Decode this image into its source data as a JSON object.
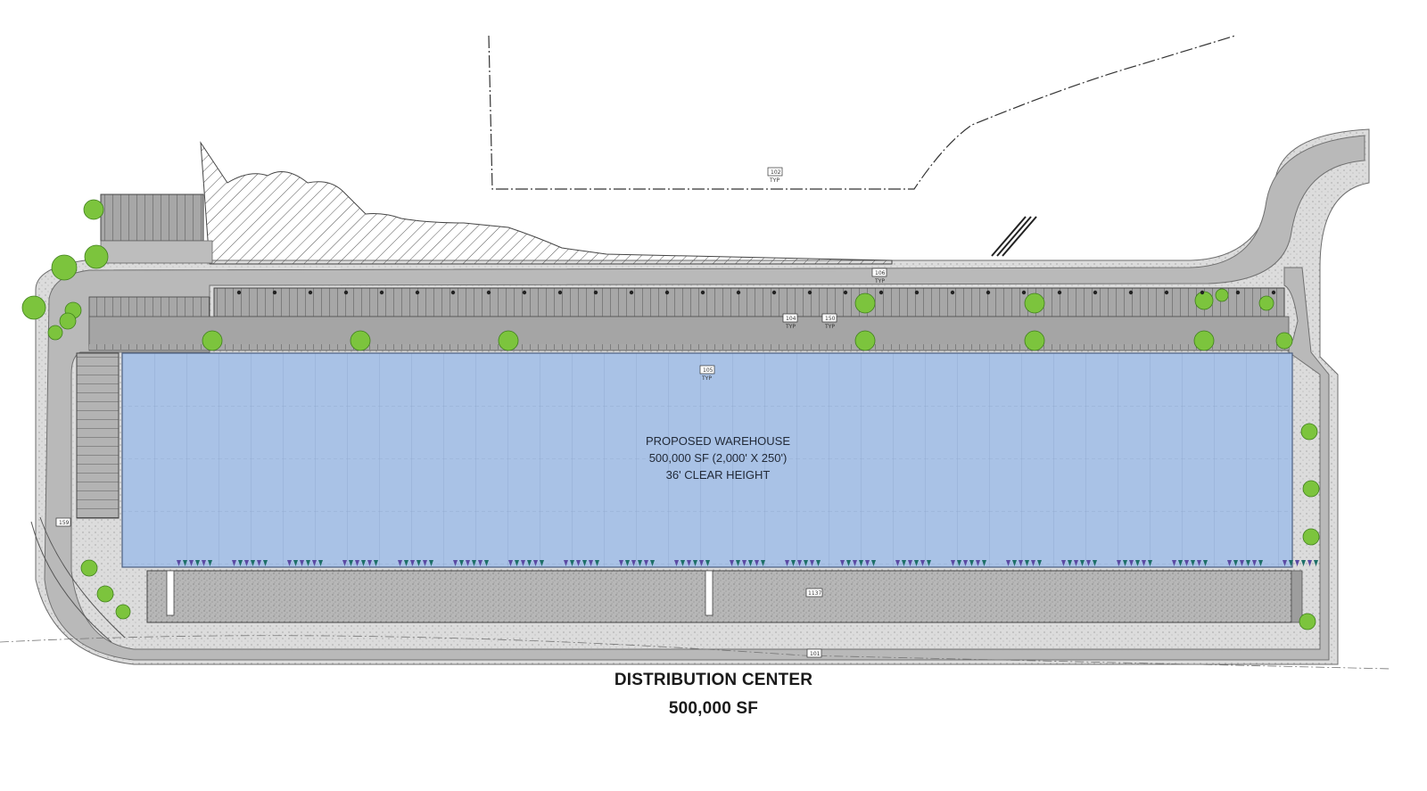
{
  "drawing": {
    "caption_title": "DISTRIBUTION CENTER",
    "caption_area": "500,000 SF",
    "warehouse": {
      "name": "PROPOSED WAREHOUSE",
      "size": "500,000 SF (2,000' X 250')",
      "clear_height": "36' CLEAR HEIGHT"
    },
    "keynote_tags": {
      "property_line": "102",
      "north_curb": "106",
      "parking_a": "104",
      "parking_b": "150",
      "building": "105",
      "west_drive": "159",
      "truck_court": "1137",
      "south_line": "101",
      "typ": "TYP"
    }
  },
  "colors": {
    "building_fill": "#a9c2e6",
    "pavement": "#b3b3b3",
    "dark_pavement": "#9a9a9a",
    "landscape": "#e9e9e9",
    "tree": "#7cc43d",
    "truck_door": "#5b4aa3"
  }
}
